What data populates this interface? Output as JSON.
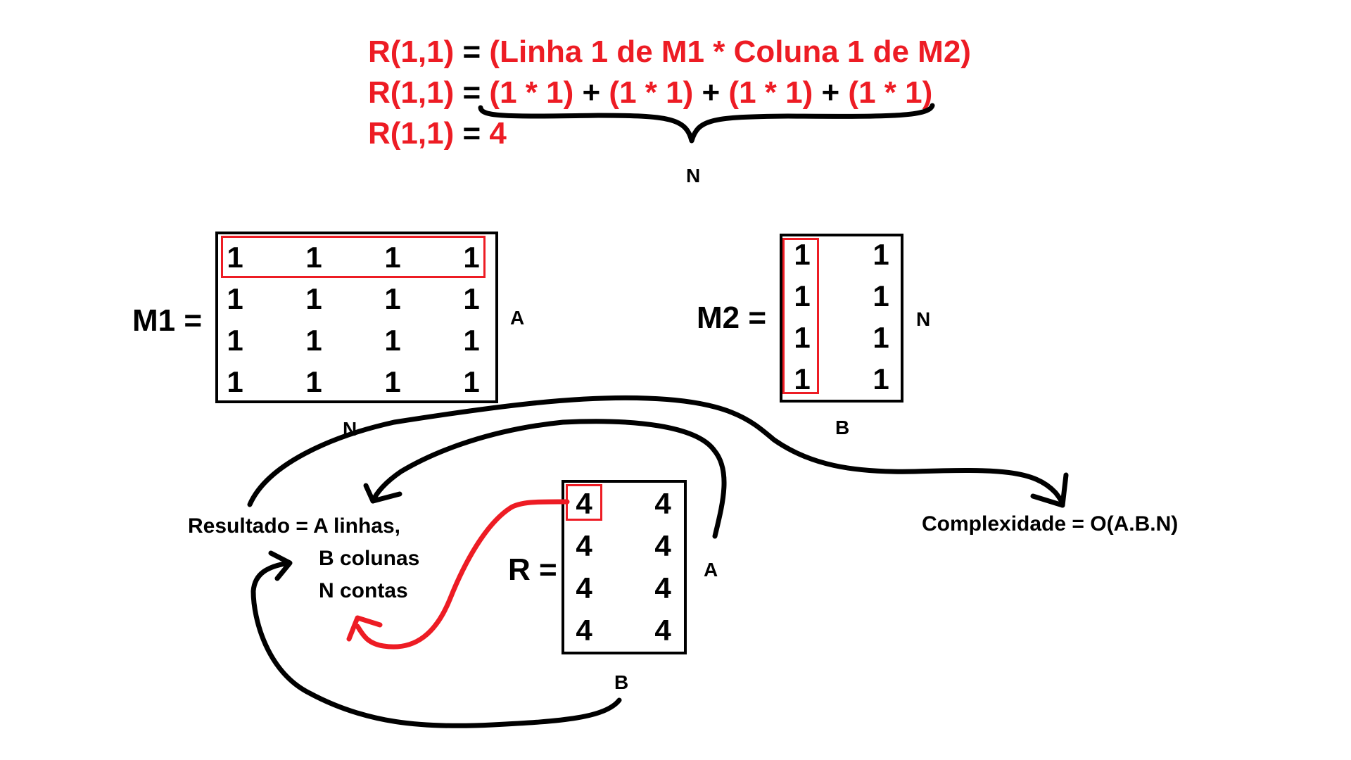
{
  "equations": {
    "line1_lhs": "R(1,1)",
    "line1_eq": "=",
    "line1_rhs": "(Linha 1 de M1 * Coluna 1 de M2)",
    "line2_lhs": "R(1,1)",
    "line2_eq": "=",
    "line2_terms": [
      "(1 * 1)",
      "(1 * 1)",
      "(1 * 1)",
      "(1 * 1)"
    ],
    "line2_plus": "+",
    "line3_lhs": "R(1,1)",
    "line3_eq": "=",
    "line3_rhs": "4",
    "brace_label": "N"
  },
  "m1": {
    "label": "M1 =",
    "rows": [
      [
        "1",
        "1",
        "1",
        "1"
      ],
      [
        "1",
        "1",
        "1",
        "1"
      ],
      [
        "1",
        "1",
        "1",
        "1"
      ],
      [
        "1",
        "1",
        "1",
        "1"
      ]
    ],
    "side_label": "A",
    "bottom_label": "N",
    "highlight": "row 1"
  },
  "m2": {
    "label": "M2 =",
    "rows": [
      [
        "1",
        "1"
      ],
      [
        "1",
        "1"
      ],
      [
        "1",
        "1"
      ],
      [
        "1",
        "1"
      ]
    ],
    "side_label": "N",
    "bottom_label": "B",
    "highlight": "column 1"
  },
  "r": {
    "label": "R =",
    "rows": [
      [
        "4",
        "4"
      ],
      [
        "4",
        "4"
      ],
      [
        "4",
        "4"
      ],
      [
        "4",
        "4"
      ]
    ],
    "side_label": "A",
    "bottom_label": "B",
    "highlight": "cell 1,1"
  },
  "result_note": {
    "line1": "Resultado = A linhas,",
    "line2": "B colunas",
    "line3": "N contas"
  },
  "complexity": "Complexidade = O(A.B.N)",
  "colors": {
    "accent": "#ed1c24",
    "ink": "#000000",
    "background": "#ffffff"
  }
}
